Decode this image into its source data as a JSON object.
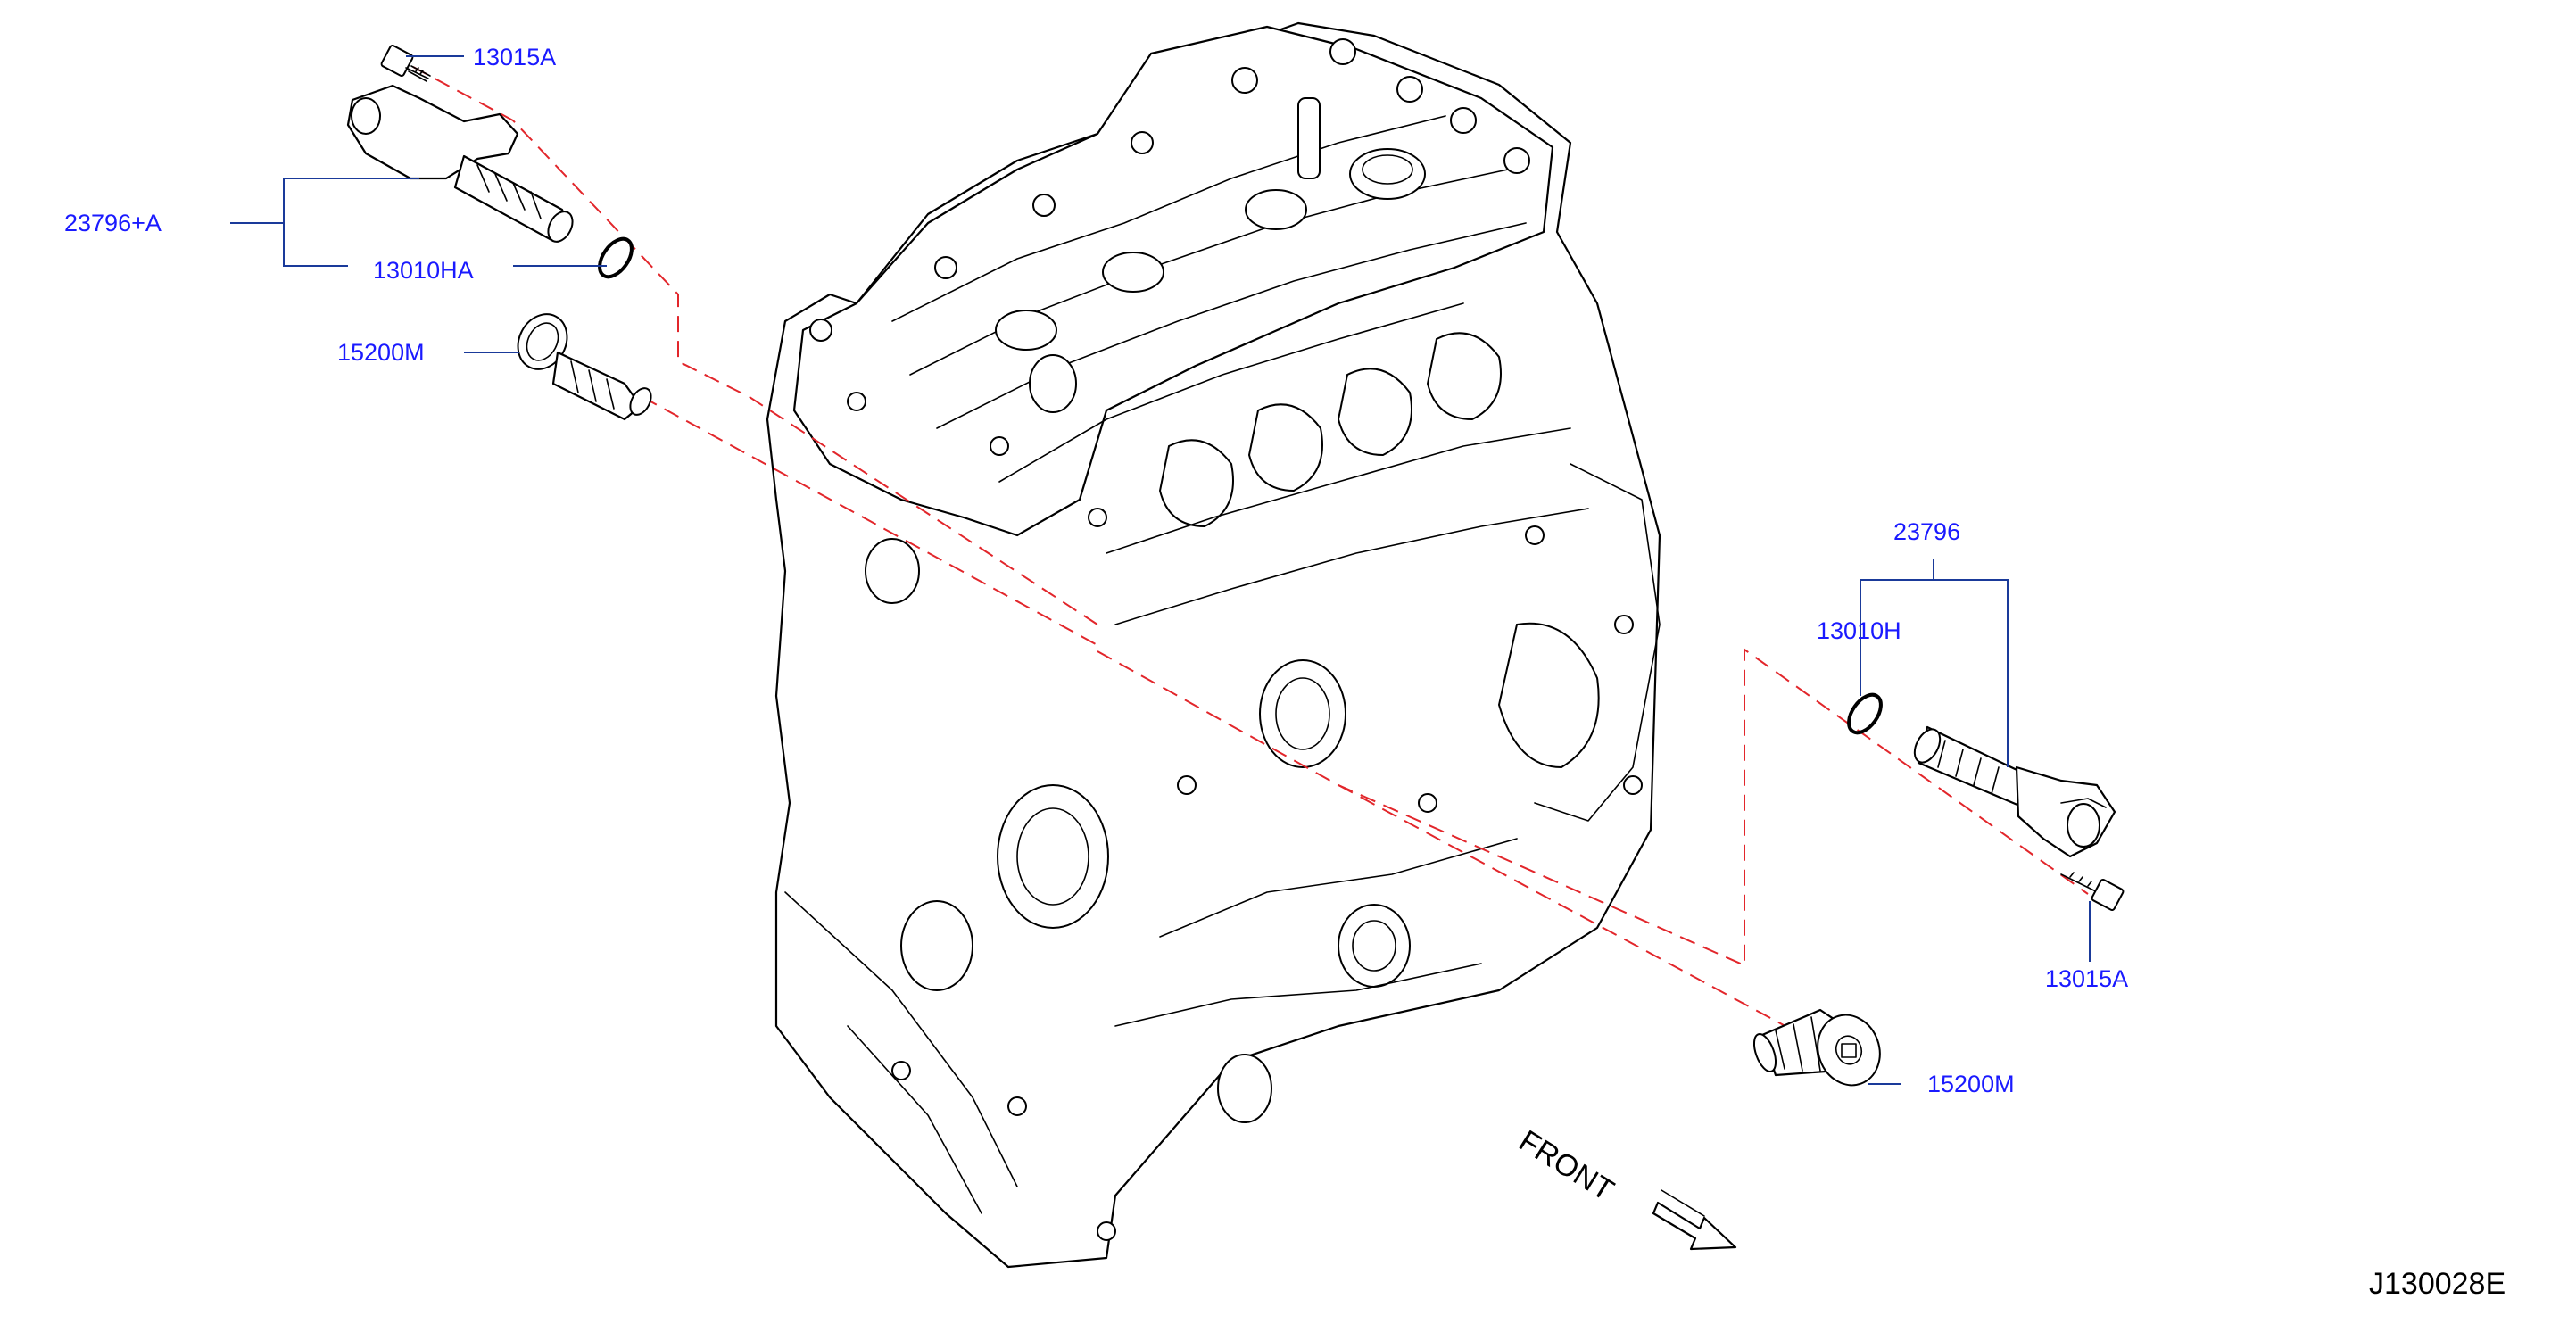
{
  "callouts": {
    "bolt_left": "13015A",
    "solenoid_left": "23796+A",
    "oring_left": "13010HA",
    "filter_left": "15200M",
    "solenoid_right": "23796",
    "oring_right": "13010H",
    "bolt_right": "13015A",
    "filter_right": "15200M"
  },
  "front_label": "FRONT",
  "diagram_id": "J130028E",
  "colors": {
    "callout_text": "#1a1aff",
    "leader_line": "#1a3a9a",
    "reference_line": "#e2262b",
    "linework": "#000000"
  },
  "icons": {
    "front_arrow": "front-arrow-icon"
  }
}
